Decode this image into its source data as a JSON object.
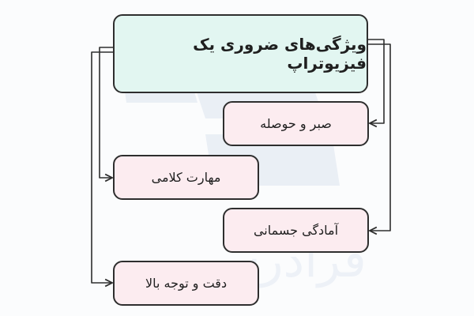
{
  "diagram": {
    "title": "ویژگی‌های ضروری یک فیزیوتراپ",
    "items": [
      "صبر و حوصله",
      "مهارت کلامی",
      "آمادگی جسمانی",
      "دقت و توجه بالا"
    ],
    "watermark_text": "فرادرس"
  },
  "colors": {
    "title_fill": "#e2f6f1",
    "item_fill": "#fcecf0",
    "border": "#2e2e2e",
    "arrow": "#2e2e2e",
    "watermark": "#eaf0f6"
  }
}
